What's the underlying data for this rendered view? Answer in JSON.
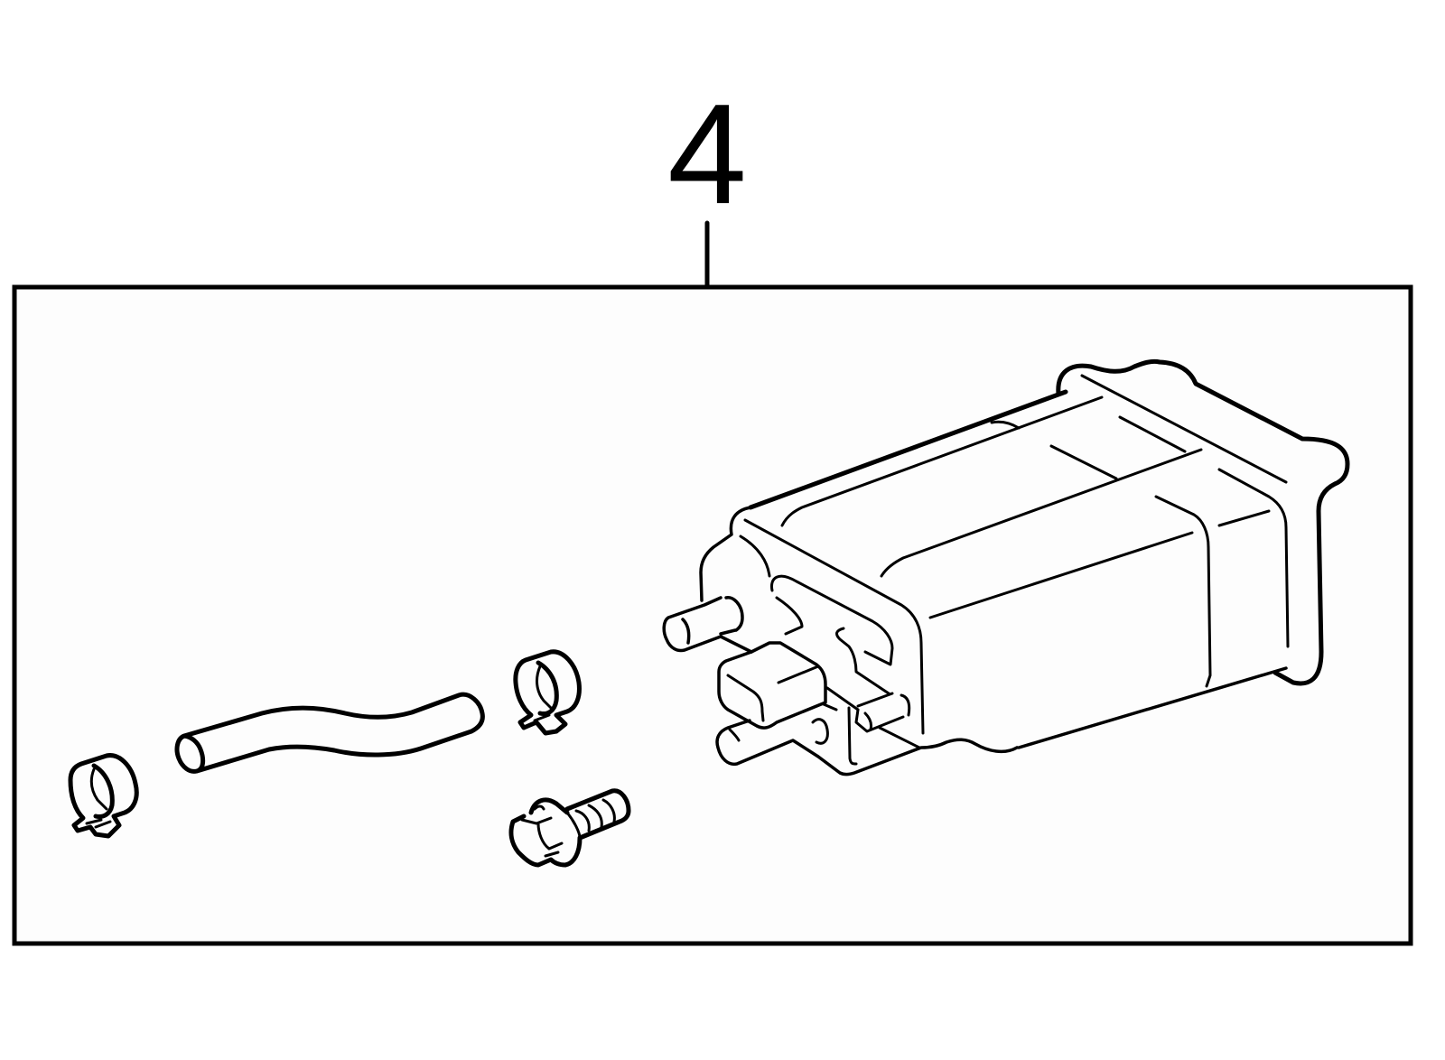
{
  "diagram": {
    "callout_number": "4",
    "parts": [
      {
        "name": "vapor-canister",
        "icon": "canister-icon"
      },
      {
        "name": "hose",
        "icon": "hose-icon"
      },
      {
        "name": "hose-clamp-left",
        "icon": "clamp-icon"
      },
      {
        "name": "hose-clamp-right",
        "icon": "clamp-icon"
      },
      {
        "name": "bolt",
        "icon": "bolt-icon"
      }
    ]
  }
}
